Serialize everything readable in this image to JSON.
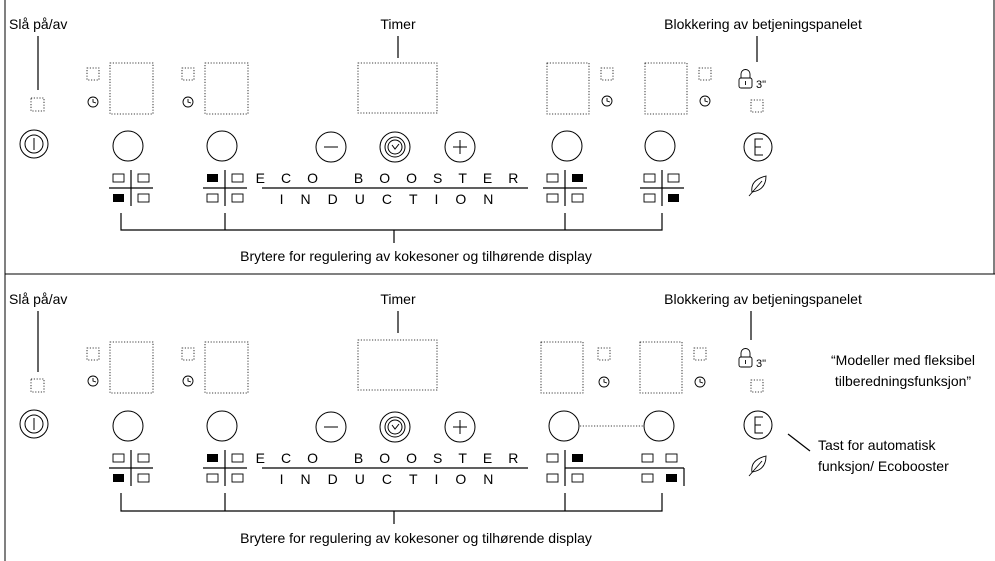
{
  "panels": [
    {
      "labels": {
        "power": "Slå på/av",
        "timer": "Timer",
        "lock": "Blokkering av betjeningspanelet",
        "zones": "Brytere for regulering av kokesoner og tilhørende display"
      },
      "lock_time": "3\"",
      "eco_top": "ECO BOOSTER",
      "eco_bottom": "INDUCTION"
    },
    {
      "labels": {
        "power": "Slå på/av",
        "timer": "Timer",
        "lock": "Blokkering av betjeningspanelet",
        "zones": "Brytere for regulering av kokesoner og tilhørende display"
      },
      "lock_time": "3\"",
      "eco_top": "ECO BOOSTER",
      "eco_bottom": "INDUCTION",
      "note": [
        "“Modeller med fleksibel",
        "tilberedningsfunksjon”"
      ],
      "e_key_label": [
        "Tast for automatisk",
        "funksjon/ Ecobooster"
      ]
    }
  ],
  "icons": [
    "power-icon",
    "minus-icon",
    "clock-icon",
    "plus-icon",
    "lock-icon",
    "e-key-icon",
    "leaf-icon"
  ]
}
